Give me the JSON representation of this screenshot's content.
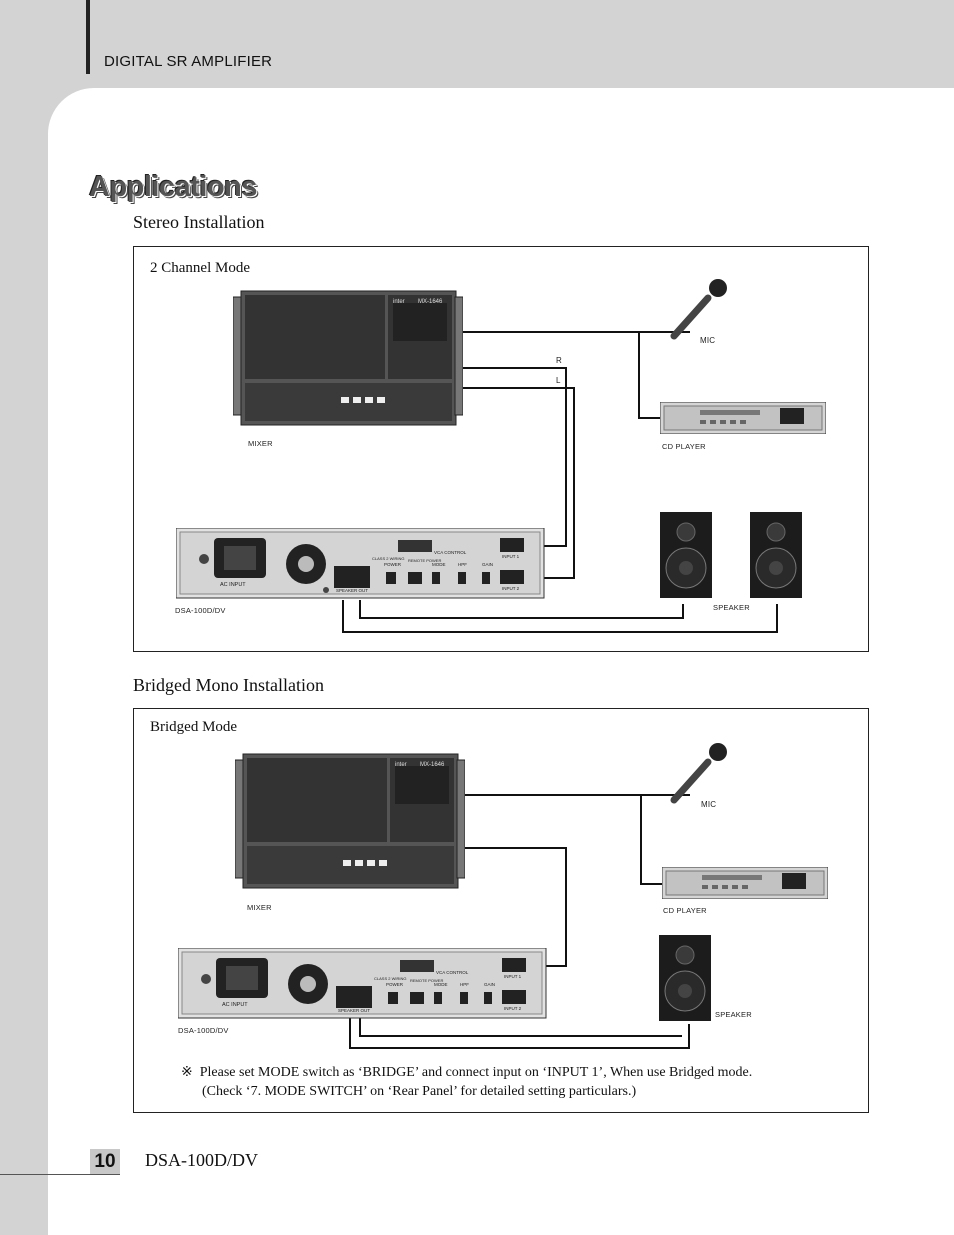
{
  "header": {
    "title": "DIGITAL SR AMPLIFIER"
  },
  "main_title": "Applications",
  "stereo": {
    "section_title": "Stereo Installation",
    "frame_title": "2 Channel Mode",
    "labels": {
      "mixer": "MIXER",
      "amp": "DSA-100D/DV",
      "mic": "MIC",
      "cd_player": "CD PLAYER",
      "speaker": "SPEAKER",
      "r": "R",
      "l": "L"
    }
  },
  "bridged": {
    "section_title": "Bridged Mono Installation",
    "frame_title": "Bridged Mode",
    "labels": {
      "mixer": "MIXER",
      "amp": "DSA-100D/DV",
      "mic": "MIC",
      "cd_player": "CD PLAYER",
      "speaker": "SPEAKER"
    },
    "note_symbol": "※",
    "note_line1": "Please set MODE switch as ‘BRIDGE’ and connect input on ‘INPUT 1’, When use Bridged mode.",
    "note_line2": "(Check ‘7. MODE SWITCH’ on ‘Rear Panel’ for detailed setting particulars.)"
  },
  "amp_panel": {
    "ac_input": "AC INPUT",
    "speaker_out": "SPEAKER OUT",
    "vca_control": "VCA CONTROL",
    "class2_wiring": "CLASS 2 WIRING",
    "power": "POWER",
    "remote_power": "REMOTE POWER",
    "mode": "MODE",
    "hpf": "HPF",
    "gain": "GAIN",
    "input1": "INPUT 1",
    "input2": "INPUT 2"
  },
  "mixer_panel": {
    "brand": "inter",
    "model": "MX-1646"
  },
  "footer": {
    "page_number": "10",
    "model": "DSA-100D/DV"
  }
}
